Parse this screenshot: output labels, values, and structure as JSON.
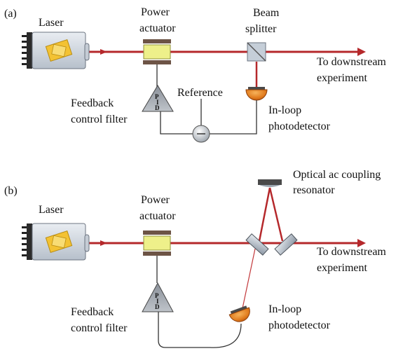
{
  "panel_a": {
    "tag": "(a)",
    "laser": "Laser",
    "power_actuator": [
      "Power",
      "actuator"
    ],
    "beam_splitter": [
      "Beam",
      "splitter"
    ],
    "downstream": [
      "To downstream",
      "experiment"
    ],
    "reference": "Reference",
    "feedback": [
      "Feedback",
      "control filter"
    ],
    "detector": [
      "In-loop",
      "photodetector"
    ]
  },
  "panel_b": {
    "tag": "(b)",
    "laser": "Laser",
    "power_actuator": [
      "Power",
      "actuator"
    ],
    "resonator": [
      "Optical ac coupling",
      "resonator"
    ],
    "downstream": [
      "To downstream",
      "experiment"
    ],
    "feedback": [
      "Feedback",
      "control filter"
    ],
    "detector": [
      "In-loop",
      "photodetector"
    ]
  },
  "pid_letters": [
    "P",
    "I",
    "D"
  ],
  "colors": {
    "beam": "#b5282b",
    "laser_body": "#d4dbe4",
    "crystal": "#f3c233",
    "actuator_crystal": "#eef08a",
    "actuator_plate": "#6d5446",
    "detector": "#e07a1c",
    "optic": "#bcc6d0"
  }
}
